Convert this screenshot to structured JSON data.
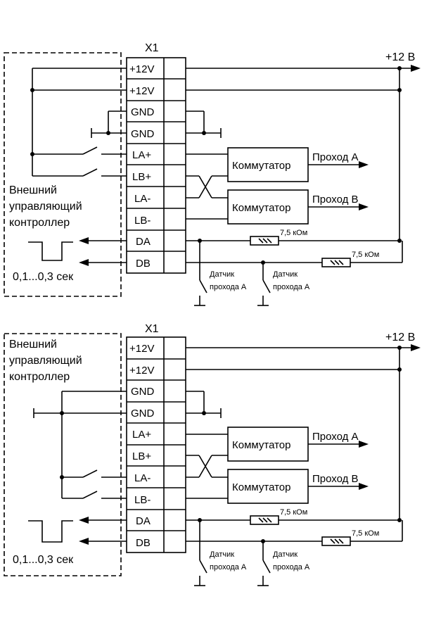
{
  "diagrams": [
    {
      "terminal_block_label": "X1",
      "supply_label": "+12 В",
      "controller_label": [
        "Внешний",
        "управляющий",
        "контроллер"
      ],
      "pulse_label": "0,1...0,3 сек",
      "pins": [
        "+12V",
        "+12V",
        "GND",
        "GND",
        "LA+",
        "LB+",
        "LA-",
        "LB-",
        "DA",
        "DB"
      ],
      "switch_label": "Коммутатор",
      "outputs": [
        "Проход А",
        "Проход В"
      ],
      "resistor_label": "7,5 кОм",
      "sensors": [
        [
          "Датчик",
          "прохода А"
        ],
        [
          "Датчик",
          "прохода А"
        ]
      ]
    },
    {
      "terminal_block_label": "X1",
      "supply_label": "+12 В",
      "controller_label": [
        "Внешний",
        "управляющий",
        "контроллер"
      ],
      "pulse_label": "0,1...0,3 сек",
      "pins": [
        "+12V",
        "+12V",
        "GND",
        "GND",
        "LA+",
        "LB+",
        "LA-",
        "LB-",
        "DA",
        "DB"
      ],
      "switch_label": "Коммутатор",
      "outputs": [
        "Проход А",
        "Проход В"
      ],
      "resistor_label": "7,5 кОм",
      "sensors": [
        [
          "Датчик",
          "прохода А"
        ],
        [
          "Датчик",
          "прохода А"
        ]
      ]
    }
  ]
}
